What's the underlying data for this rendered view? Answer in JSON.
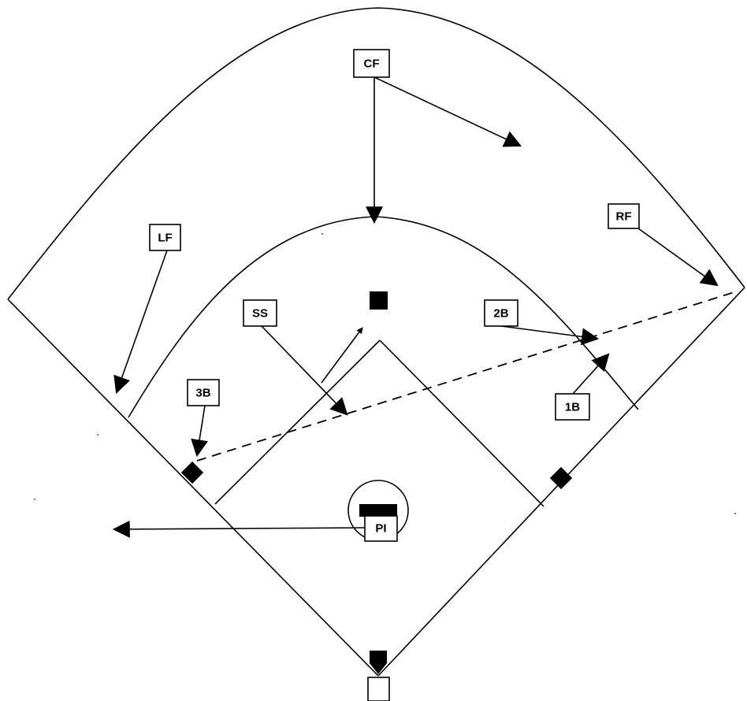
{
  "positions": {
    "cf": "CF",
    "rf": "RF",
    "lf": "LF",
    "ss": "SS",
    "second_base": "2B",
    "third_base": "3B",
    "first_base": "1B",
    "pitcher": "PI"
  }
}
